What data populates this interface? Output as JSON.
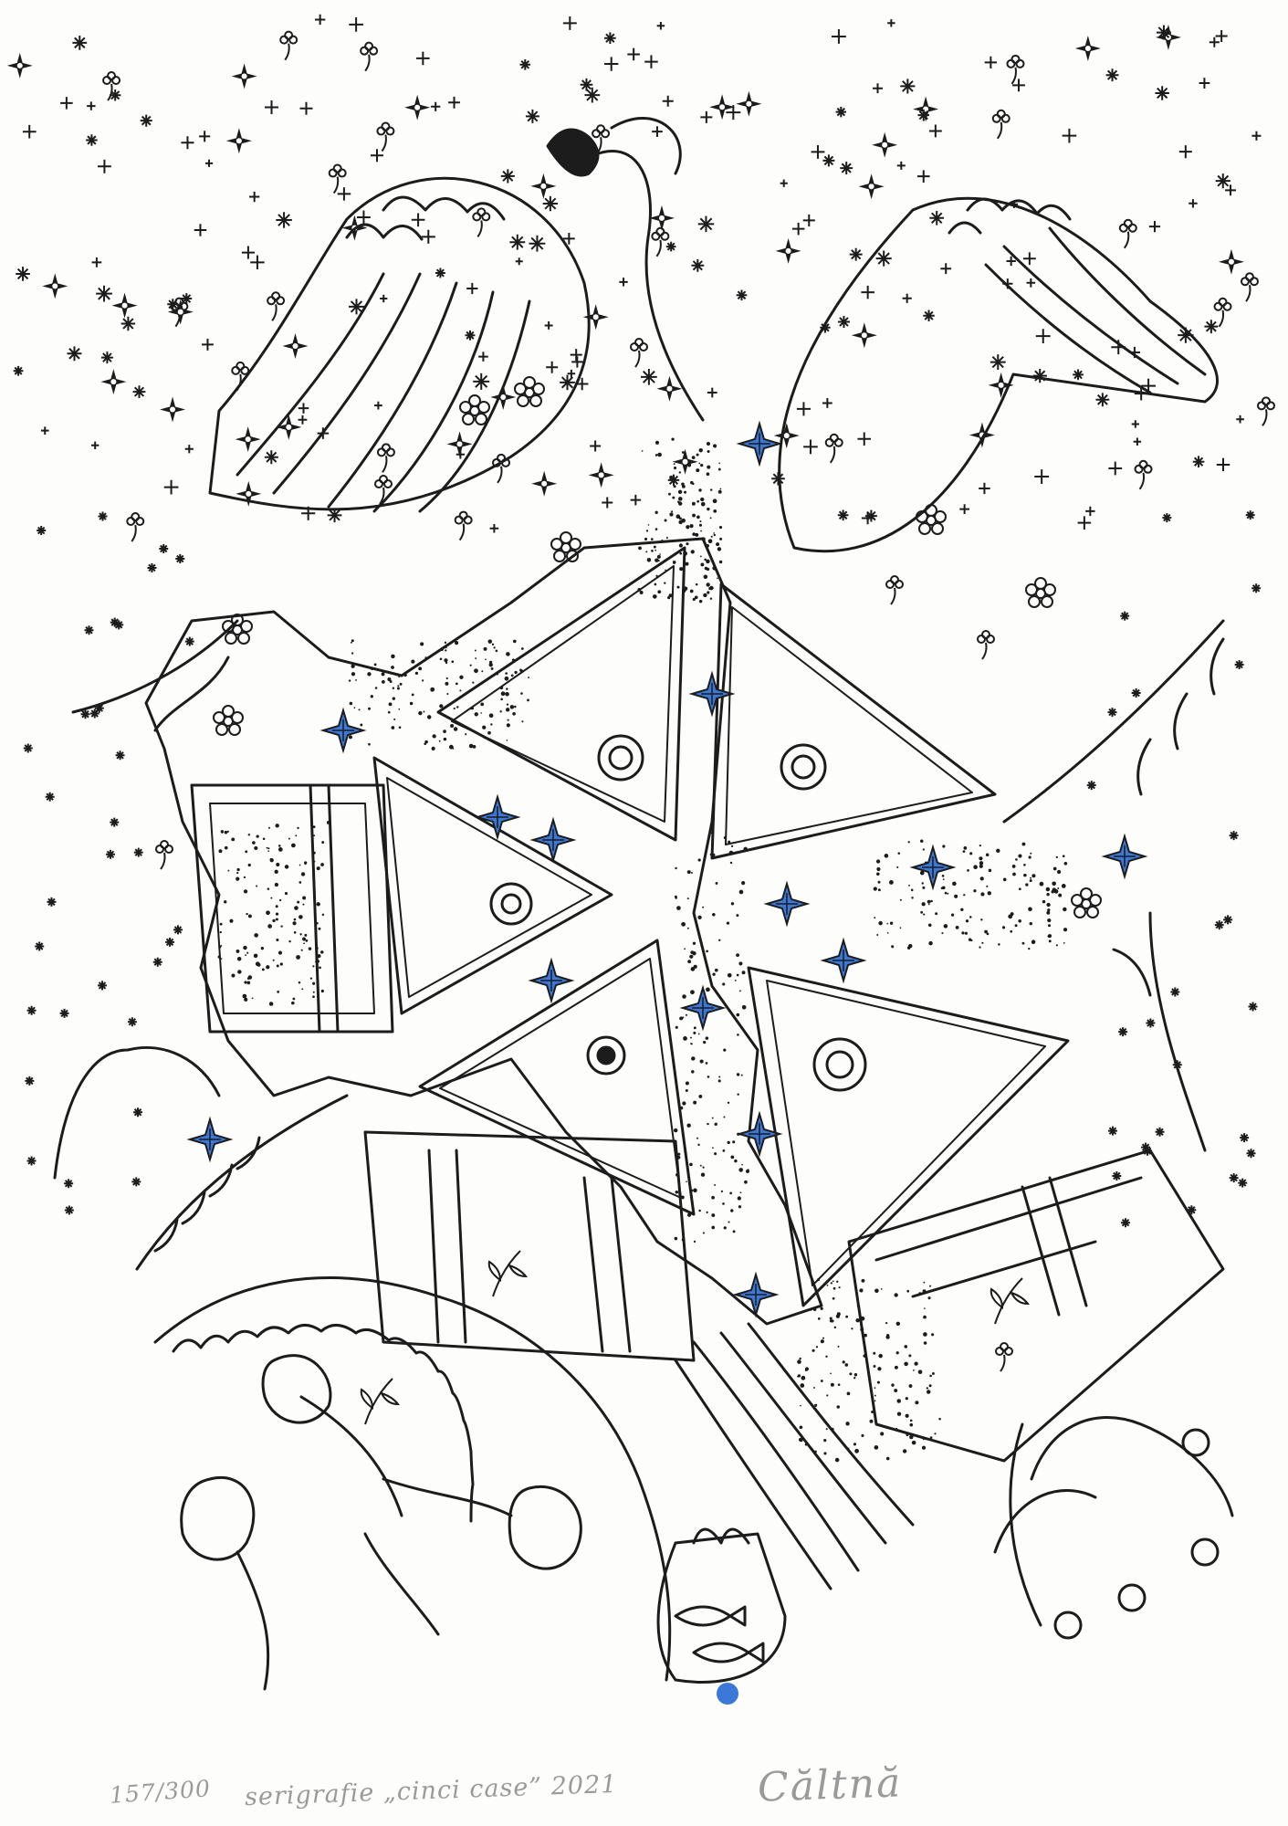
{
  "artwork": {
    "edition": "157/300",
    "title_inscription": "serigrafie „cinci case” 2021",
    "signature": "Căltnă"
  },
  "colors": {
    "paper": "#fdfdfc",
    "ink": "#1c1c1c",
    "accent_blue": "#3b78d8",
    "pencil": "#9a9a9a"
  },
  "icons": [
    "star-icon",
    "flower-icon",
    "pomegranate-icon",
    "fish-icon",
    "blue-dot-icon"
  ]
}
